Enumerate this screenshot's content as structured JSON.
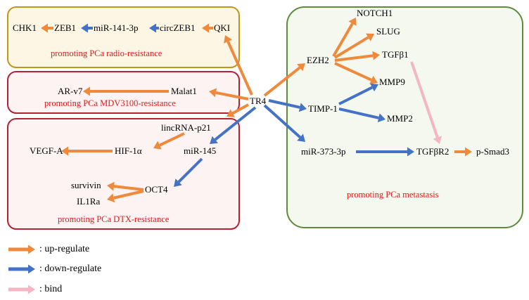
{
  "groups": {
    "radio": "promoting PCa radio-resistance",
    "mdv": "promoting PCa MDV3100-resistance",
    "dtx": "promoting PCa DTX-resistance",
    "metastasis": "promoting PCa metastasis"
  },
  "nodes": {
    "chk1": "CHK1",
    "zeb1": "ZEB1",
    "mir141": "miR-141-3p",
    "circzeb1": "circZEB1",
    "qki": "QKI",
    "arv7": "AR-v7",
    "malat1": "Malat1",
    "tr4": "TR4",
    "lincrna": "lincRNA-p21",
    "vegfa": "VEGF-A",
    "hif1a": "HIF-1α",
    "mir145": "miR-145",
    "survivin": "survivin",
    "oct4": "OCT4",
    "il1ra": "IL1Ra",
    "notch1": "NOTCH1",
    "slug": "SLUG",
    "ezh2": "EZH2",
    "tgfb1": "TGFβ1",
    "mmp9": "MMP9",
    "timp1": "TIMP-1",
    "mmp2": "MMP2",
    "mir373": "miR-373-3p",
    "tgfbr2": "TGFβR2",
    "psmad3": "p-Smad3"
  },
  "legend": {
    "up": ": up-regulate",
    "down": ": down-regulate",
    "bind": ": bind"
  },
  "colors": {
    "up": "#ef8a3c",
    "down": "#4472c4",
    "bind": "#f4b6c2",
    "radio_border": "#c0961a",
    "radio_fill": "#fdf6e4",
    "mdv_border": "#b22232",
    "mdv_fill": "#fdf3f3",
    "dtx_border": "#b22232",
    "dtx_fill": "#fdf3f3",
    "meta_border": "#5f8b39",
    "meta_fill": "#f4f8ef"
  }
}
